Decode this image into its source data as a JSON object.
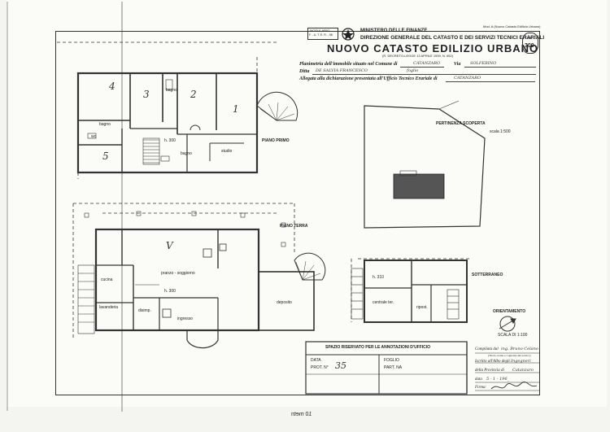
{
  "header": {
    "stamp_line1": "MODULARIO",
    "stamp_line2": "F. - U. T. E. R. - 98",
    "ministry": "MINISTERO DELLE FINANZE",
    "direction": "DIREZIONE GENERALE DEL CATASTO E DEI SERVIZI TECNICI ERARIALI",
    "title": "NUOVO CATASTO EDILIZIO URBANO",
    "subtitle": "(R. DECRETO-LEGGE 13 APRILE 1939, N. 652)",
    "form_code": "Mod. A (Nuovo Catasto Edilizio Urbano)",
    "price_label": "Lire",
    "price_value": "300"
  },
  "fields": {
    "planimetry_label": "Planimetria dell'immobile situato nel Comune di",
    "comune_value": "CATANZARO",
    "via_label": "Via",
    "via_value": "SOLFERINO",
    "ditta_label": "Ditta",
    "ditta_value": "DE SALVIA   FRANCESCO",
    "foglio_text": "foglio",
    "allegata_label": "Allegata alla dichiarazione presentata all'Ufficio Tecnico Erariale di",
    "allegata_value": "CATANZARO"
  },
  "plans": {
    "primo_label": "PIANO PRIMO",
    "terra_label": "PIANO TERRA",
    "sotterraneo_label": "SOTTERRANEO",
    "pertinenza_label": "PERTINENZA   SCOPERTA",
    "pertinenza_scale": "scala 1:500",
    "orientamento_label": "ORIENTAMENTO",
    "scala_label": "SCALA DI 1:100"
  },
  "rooms": {
    "r4": "4",
    "r3": "3",
    "r2": "2",
    "r1": "1",
    "r5": "5",
    "bagno": "bagno",
    "bagno2": "bagno",
    "wc": "wc",
    "h300": "h. 300",
    "bagno3": "bagno",
    "studio": "studio",
    "v": "V",
    "cucina": "cucina",
    "lavanderia": "lavanderia",
    "ingresso": "ingresso",
    "disimpegno": "disimp.",
    "salone": "pranzo - soggiorno",
    "deposito": "deposito",
    "h300b": "h. 300",
    "h310": "h. 310",
    "centrale": "centrale ter.",
    "ripostiglio": "ripost."
  },
  "office": {
    "reserved_title": "SPAZIO RISERVATO PER LE ANNOTAZIONI D'UFFICIO",
    "data_label": "DATA",
    "prot_label": "PROT. N°",
    "prot_value": "35",
    "foglio_label": "FOGLIO",
    "part_label": "PART. NA",
    "compilata_label": "Compilata dal",
    "compilata_value": "ing. Bruno   Celano",
    "compilata_note": "(Titolo, nome e cognome del tecnico)",
    "iscritto_label": "Iscritto all'Albo degli",
    "iscritto_value": "Ingegneri",
    "provincia_label": "della Provincia di",
    "provincia_value": "Catanzaro",
    "data2_label": "data",
    "data2_value": "5 - 1 - 196_",
    "firma_label": "Firma:"
  },
  "footer": {
    "mirrored_text": "10 metri"
  }
}
